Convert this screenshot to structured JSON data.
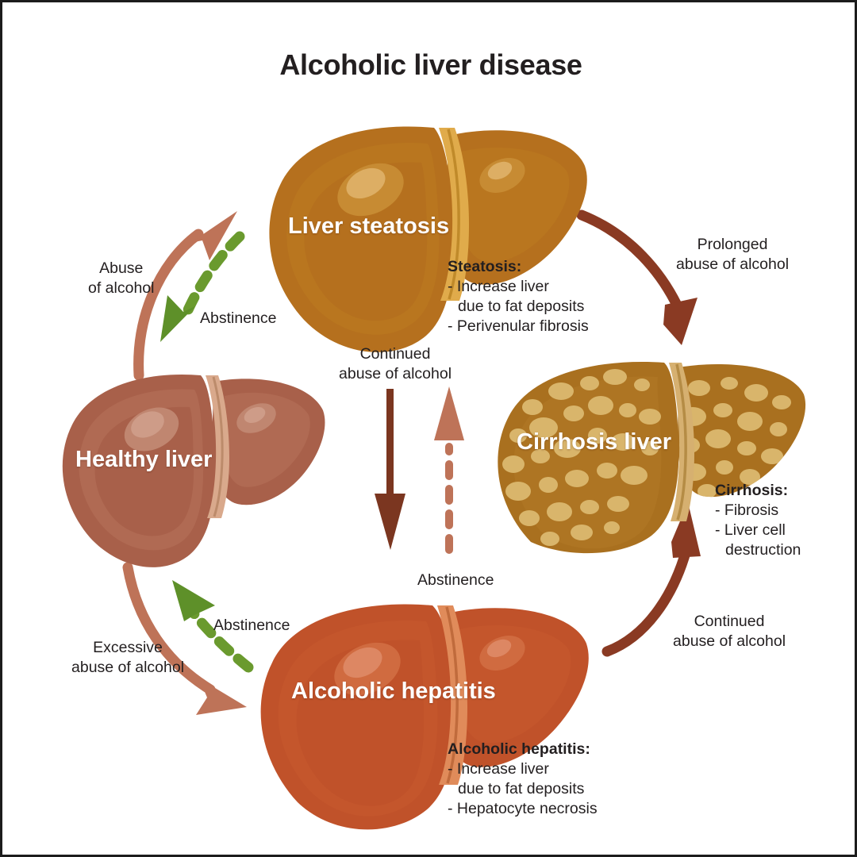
{
  "page": {
    "title": "Alcoholic liver disease",
    "background": "#ffffff",
    "border_color": "#1c1c1c"
  },
  "colors": {
    "healthy_liver": "#A8604A",
    "healthy_liver_dark": "#8E4F3D",
    "healthy_liver_light": "#C98C78",
    "steatosis_liver": "#B5701E",
    "steatosis_liver_dark": "#97581A",
    "steatosis_liver_light": "#D9A65B",
    "hepatitis_liver": "#C0522A",
    "hepatitis_liver_dark": "#A34422",
    "hepatitis_liver_light": "#D9795A",
    "cirrhosis_liver": "#A9701F",
    "cirrhosis_nodule": "#D8B濃"
  },
  "livers": [
    {
      "id": "healthy-liver",
      "label": "Healthy liver",
      "base": "#A8604A",
      "dark": "#8C4E3C",
      "mid": "#B06A53",
      "light": "#C08670",
      "highlight": "#CE9C88",
      "duct": "#D9A98C",
      "duct_line": "#BC8B6B"
    },
    {
      "id": "steatosis-liver",
      "label": "Liver steatosis",
      "base": "#B5701E",
      "dark": "#96591A",
      "mid": "#B9761F",
      "light": "#C78B33",
      "highlight": "#DDAE64",
      "duct": "#E0AB4B",
      "duct_line": "#C08A2A"
    },
    {
      "id": "hepatitis-liver",
      "label": "Alcoholic hepatitis",
      "base": "#C0522A",
      "dark": "#A34322",
      "mid": "#C4562C",
      "light": "#D06B40",
      "highlight": "#DD8763",
      "duct": "#E08B5A",
      "duct_line": "#C06B3C"
    },
    {
      "id": "cirrhosis-liver",
      "label": "Cirrhosis liver",
      "base": "#A9701F",
      "dark": "#8E5C1A",
      "mid": "#AE7523",
      "light": "#BE8730",
      "highlight": "#D8B165",
      "nodule": "#D9B56B",
      "nodule_shadow": "#8E5C1A",
      "duct": "#D6B070",
      "duct_line": "#B58C45"
    }
  ],
  "info_blocks": [
    {
      "id": "steatosis-info",
      "heading": "Steatosis:",
      "lines": [
        {
          "text": "- Increase liver",
          "indent": false
        },
        {
          "text": "due to fat deposits",
          "indent": true
        },
        {
          "text": "- Perivenular fibrosis",
          "indent": false
        }
      ]
    },
    {
      "id": "cirrhosis-info",
      "heading": "Cirrhosis:",
      "lines": [
        {
          "text": "- Fibrosis",
          "indent": false
        },
        {
          "text": "- Liver cell",
          "indent": false
        },
        {
          "text": "destruction",
          "indent": true
        }
      ]
    },
    {
      "id": "hepatitis-info",
      "heading": "Alcoholic hepatitis:",
      "lines": [
        {
          "text": "- Increase liver",
          "indent": false
        },
        {
          "text": "due to fat deposits",
          "indent": true
        },
        {
          "text": "- Hepatocyte necrosis",
          "indent": false
        }
      ]
    }
  ],
  "captions": {
    "abuse_of_alcohol": "Abuse\nof alcohol",
    "abuse_of_alcohol_l1": "Abuse",
    "abuse_of_alcohol_l2": "of alcohol",
    "abstinence_top": "Abstinence",
    "continued_abuse_l1": "Continued",
    "continued_abuse_l2": "abuse of alcohol",
    "abstinence_center": "Abstinence",
    "prolonged_abuse_l1": "Prolonged",
    "prolonged_abuse_l2": "abuse of alcohol",
    "continued_abuse_right_l1": "Continued",
    "continued_abuse_right_l2": "abuse of alcohol",
    "excessive_abuse_l1": "Excessive",
    "excessive_abuse_l2": "abuse of alcohol",
    "abstinence_bottom": "Abstinence"
  },
  "arrows": {
    "light_brown": "#BE7358",
    "dark_brown": "#8A3A23",
    "green": "#6A9A2E",
    "center_down": "#7B3620",
    "center_up_dashed": "#BE7358"
  }
}
